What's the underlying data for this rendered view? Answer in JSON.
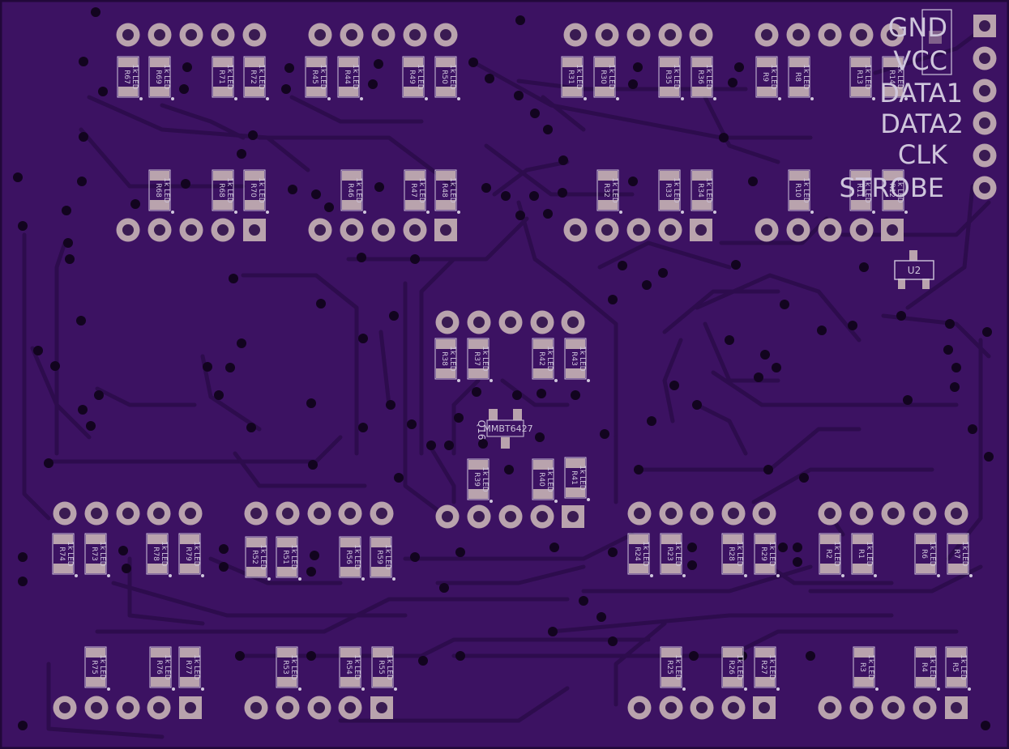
{
  "pin_labels": [
    "GND",
    "VCC",
    "DATA1",
    "DATA2",
    "CLK",
    "STROBE"
  ],
  "ic_labels": {
    "u2": "U2",
    "q16": "Q16",
    "transistor": "MMBT6427"
  },
  "resistor_value": "1k LED",
  "colors": {
    "board": "#3c1262",
    "board_edge": "#22083a",
    "trace": "#2d0c4d",
    "copper_pad": "#b9a3ad",
    "hole": "#3a1b52",
    "silk": "#cfc6dc"
  },
  "resistors_top": [
    {
      "label": "R67"
    },
    {
      "label": "R69"
    },
    {
      "label": "R71"
    },
    {
      "label": "R72"
    },
    {
      "label": "R45"
    },
    {
      "label": "R44"
    },
    {
      "label": "R49"
    },
    {
      "label": "R50"
    },
    {
      "label": "R31"
    },
    {
      "label": "R30"
    },
    {
      "label": "R35"
    },
    {
      "label": "R36"
    },
    {
      "label": "R9"
    },
    {
      "label": "R8"
    },
    {
      "label": "R13"
    },
    {
      "label": "R14"
    }
  ],
  "resistors_top_inner": [
    {
      "label": "R68"
    },
    {
      "label": "R68"
    },
    {
      "label": "R70"
    },
    {
      "label": "R46"
    },
    {
      "label": "R47"
    },
    {
      "label": "R48"
    },
    {
      "label": "R32"
    },
    {
      "label": "R33"
    },
    {
      "label": "R34"
    },
    {
      "label": "R10"
    },
    {
      "label": "R11"
    },
    {
      "label": "R12"
    }
  ],
  "resistors_center": [
    {
      "label": "R38"
    },
    {
      "label": "R37"
    },
    {
      "label": "R42"
    },
    {
      "label": "R43"
    },
    {
      "label": "R39"
    },
    {
      "label": "R40"
    },
    {
      "label": "R41"
    }
  ],
  "resistors_bottom_upper": [
    {
      "label": "R74"
    },
    {
      "label": "R73"
    },
    {
      "label": "R78"
    },
    {
      "label": "R79"
    },
    {
      "label": "R52"
    },
    {
      "label": "R51"
    },
    {
      "label": "R56"
    },
    {
      "label": "R59"
    },
    {
      "label": "R24"
    },
    {
      "label": "R23"
    },
    {
      "label": "R28"
    },
    {
      "label": "R29"
    },
    {
      "label": "R2"
    },
    {
      "label": "R1"
    },
    {
      "label": "R6"
    },
    {
      "label": "R7"
    }
  ],
  "resistors_bottom_lower": [
    {
      "label": "R75"
    },
    {
      "label": "R76"
    },
    {
      "label": "R77"
    },
    {
      "label": "R53"
    },
    {
      "label": "R54"
    },
    {
      "label": "R55"
    },
    {
      "label": "R25"
    },
    {
      "label": "R26"
    },
    {
      "label": "R27"
    },
    {
      "label": "R3"
    },
    {
      "label": "R4"
    },
    {
      "label": "R5"
    }
  ]
}
